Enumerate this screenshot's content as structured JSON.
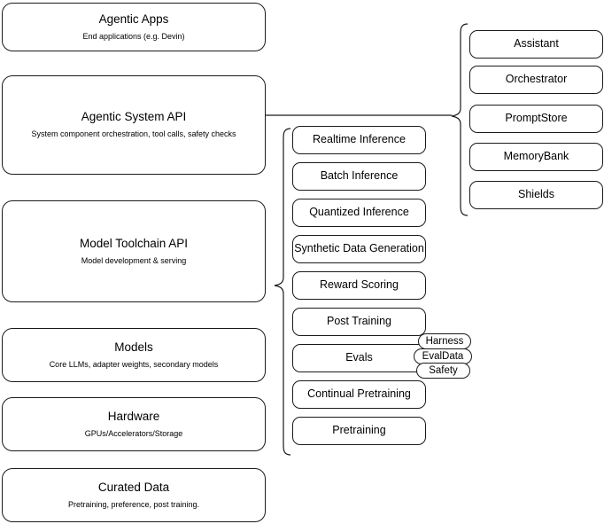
{
  "diagram": {
    "title": "Agentic stack layers",
    "accent_color": "#1a1a1a",
    "background_color": "#ffffff"
  },
  "layers": [
    {
      "id": "agentic-apps",
      "title": "Agentic Apps",
      "subtitle": "End applications (e.g. Devin)"
    },
    {
      "id": "agentic-system-api",
      "title": "Agentic System API",
      "subtitle": "System component orchestration, tool calls, safety checks"
    },
    {
      "id": "model-toolchain-api",
      "title": "Model Toolchain API",
      "subtitle": "Model development & serving"
    },
    {
      "id": "models",
      "title": "Models",
      "subtitle": "Core LLMs, adapter weights, secondary models"
    },
    {
      "id": "hardware",
      "title": "Hardware",
      "subtitle": "GPUs/Accelerators/Storage"
    },
    {
      "id": "curated-data",
      "title": "Curated Data",
      "subtitle": "Pretraining, preference, post training."
    }
  ],
  "capabilities": [
    {
      "id": "realtime-inference",
      "label": "Realtime Inference"
    },
    {
      "id": "batch-inference",
      "label": "Batch Inference"
    },
    {
      "id": "quantized-inference",
      "label": "Quantized Inference"
    },
    {
      "id": "synthetic-data-generation",
      "label": "Synthetic Data Generation"
    },
    {
      "id": "reward-scoring",
      "label": "Reward Scoring"
    },
    {
      "id": "post-training",
      "label": "Post Training"
    },
    {
      "id": "evals",
      "label": "Evals"
    },
    {
      "id": "continual-pretraining",
      "label": "Continual Pretraining"
    },
    {
      "id": "pretraining",
      "label": "Pretraining"
    }
  ],
  "eval_pills": [
    {
      "id": "harness",
      "label": "Harness"
    },
    {
      "id": "evaldata",
      "label": "EvalData"
    },
    {
      "id": "safety",
      "label": "Safety"
    }
  ],
  "components": [
    {
      "id": "assistant",
      "label": "Assistant"
    },
    {
      "id": "orchestrator",
      "label": "Orchestrator"
    },
    {
      "id": "promptstore",
      "label": "PromptStore"
    },
    {
      "id": "memorybank",
      "label": "MemoryBank"
    },
    {
      "id": "shields",
      "label": "Shields"
    }
  ]
}
